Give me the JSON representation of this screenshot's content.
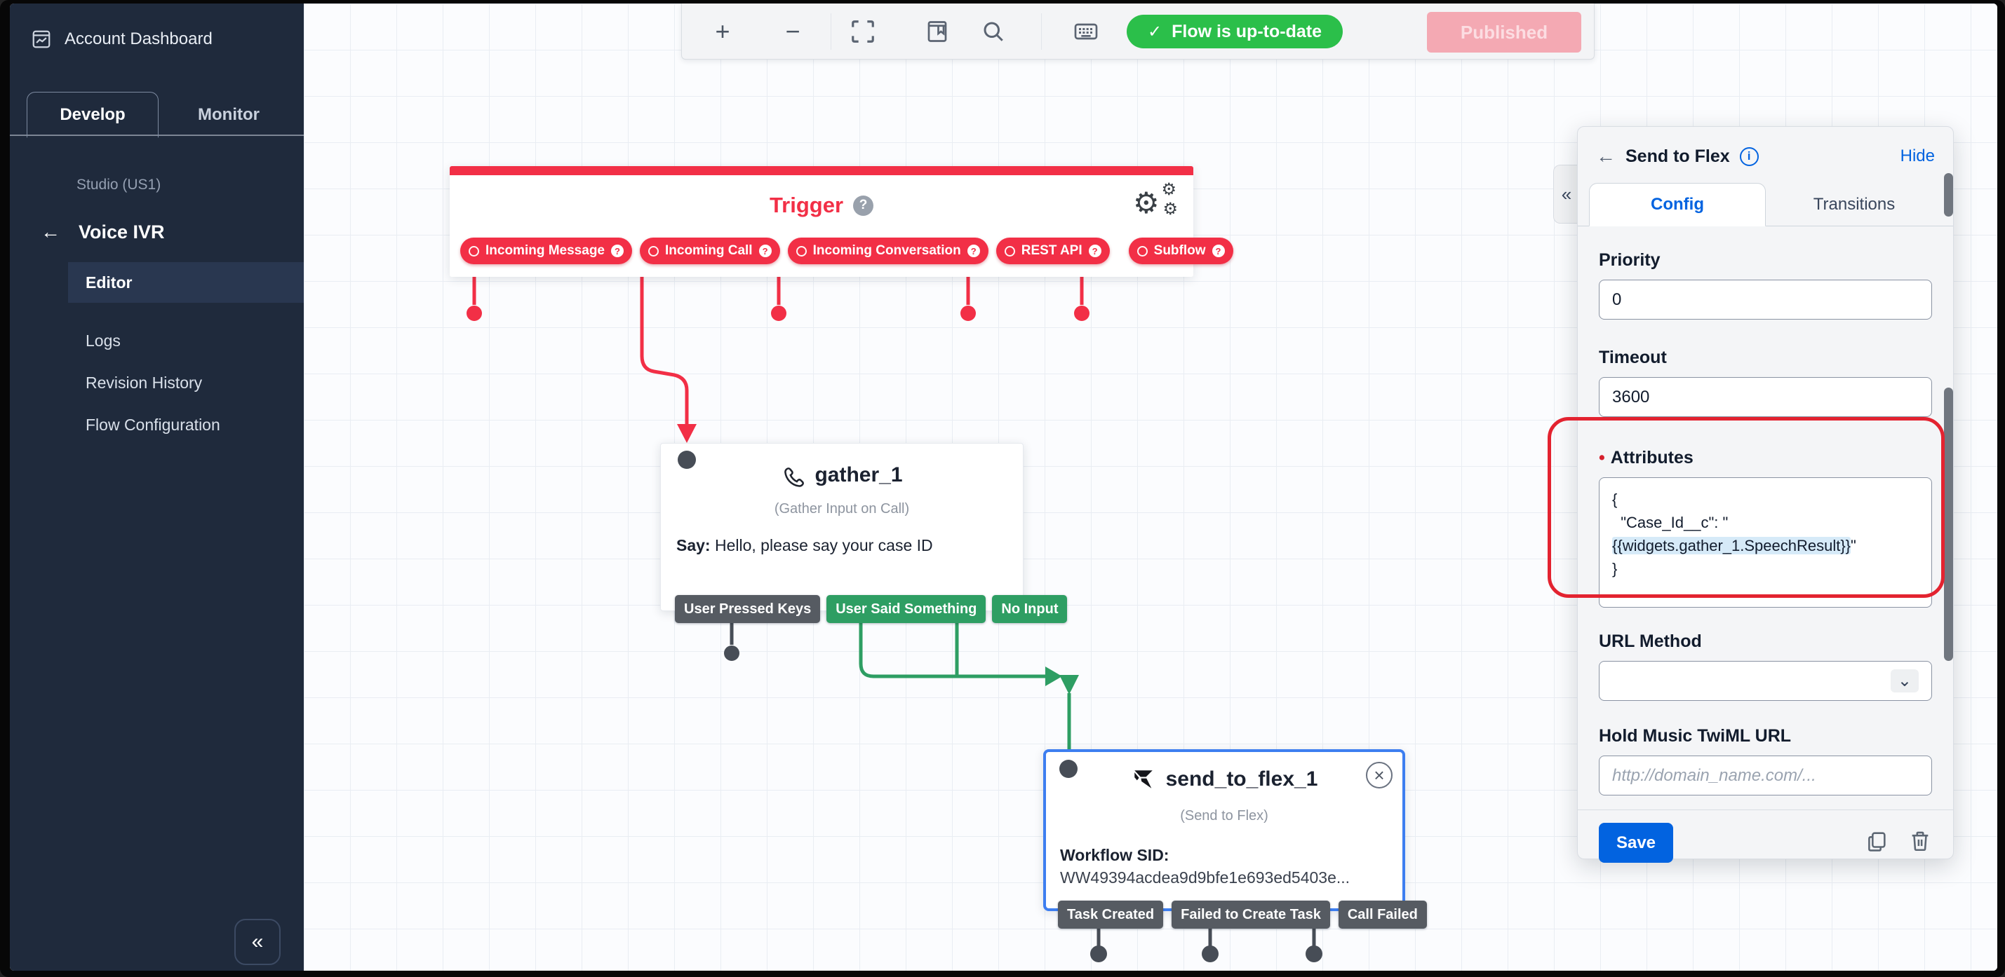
{
  "colors": {
    "red": "#f22f46",
    "annotation": "#e32330",
    "green": "#2e9e63",
    "statusGreen": "#2bbf4a",
    "blue": "#0263e0",
    "selection": "#3d7ef0",
    "sidebar": "#1f2a3c",
    "sidebarActive": "#293750",
    "tagDark": "#565b62",
    "dot": "#474d56",
    "panelBg": "#f4f5f7",
    "published": "#f4a9b3"
  },
  "icons": {
    "back_arrow": "←",
    "collapse": "«",
    "check": "✓",
    "close": "×",
    "help": "?",
    "info": "i",
    "chevron_down": "⌄",
    "plus": "+",
    "minus": "−",
    "gear": "⚙"
  },
  "toolbar": {
    "status": "Flow is up-to-date",
    "published": "Published"
  },
  "sidebar": {
    "account_dashboard": "Account Dashboard",
    "tabs": [
      {
        "label": "Develop"
      },
      {
        "label": "Monitor"
      }
    ],
    "region": "Studio (US1)",
    "flow_name": "Voice IVR",
    "items": [
      {
        "label": "Editor"
      },
      {
        "label": "Logs"
      },
      {
        "label": "Revision History"
      },
      {
        "label": "Flow Configuration"
      }
    ]
  },
  "canvas": {
    "trigger": {
      "title": "Trigger",
      "pills": [
        "Incoming Message",
        "Incoming Call",
        "Incoming Conversation",
        "REST API",
        "Subflow"
      ]
    },
    "gather": {
      "name": "gather_1",
      "type": "(Gather Input on Call)",
      "say_label": "Say:",
      "say_text": " Hello, please say your case ID",
      "transitions": [
        "User Pressed Keys",
        "User Said Something",
        "No Input"
      ]
    },
    "send_to_flex": {
      "name": "send_to_flex_1",
      "type": "(Send to Flex)",
      "workflow_label": "Workflow SID:",
      "workflow_sid": "WW49394acdea9d9bfe1e693ed5403e...",
      "transitions": [
        "Task Created",
        "Failed to Create Task",
        "Call Failed"
      ]
    }
  },
  "panel": {
    "title": "Send to Flex",
    "hide_label": "Hide",
    "tabs": [
      {
        "label": "Config"
      },
      {
        "label": "Transitions"
      }
    ],
    "fields": {
      "priority": {
        "label": "Priority",
        "value": "0"
      },
      "timeout": {
        "label": "Timeout",
        "value": "3600"
      },
      "attributes": {
        "label": "Attributes",
        "line1": "{",
        "line2": "  \"Case_Id__c\": \"",
        "line3_token": "{{widgets.gather_1.SpeechResult}}",
        "line3_suffix": "\"",
        "line4": "}"
      },
      "url_method": {
        "label": "URL Method",
        "value": ""
      },
      "hold_music": {
        "label": "Hold Music TwiML URL",
        "placeholder": "http://domain_name.com/..."
      }
    },
    "save_label": "Save"
  }
}
